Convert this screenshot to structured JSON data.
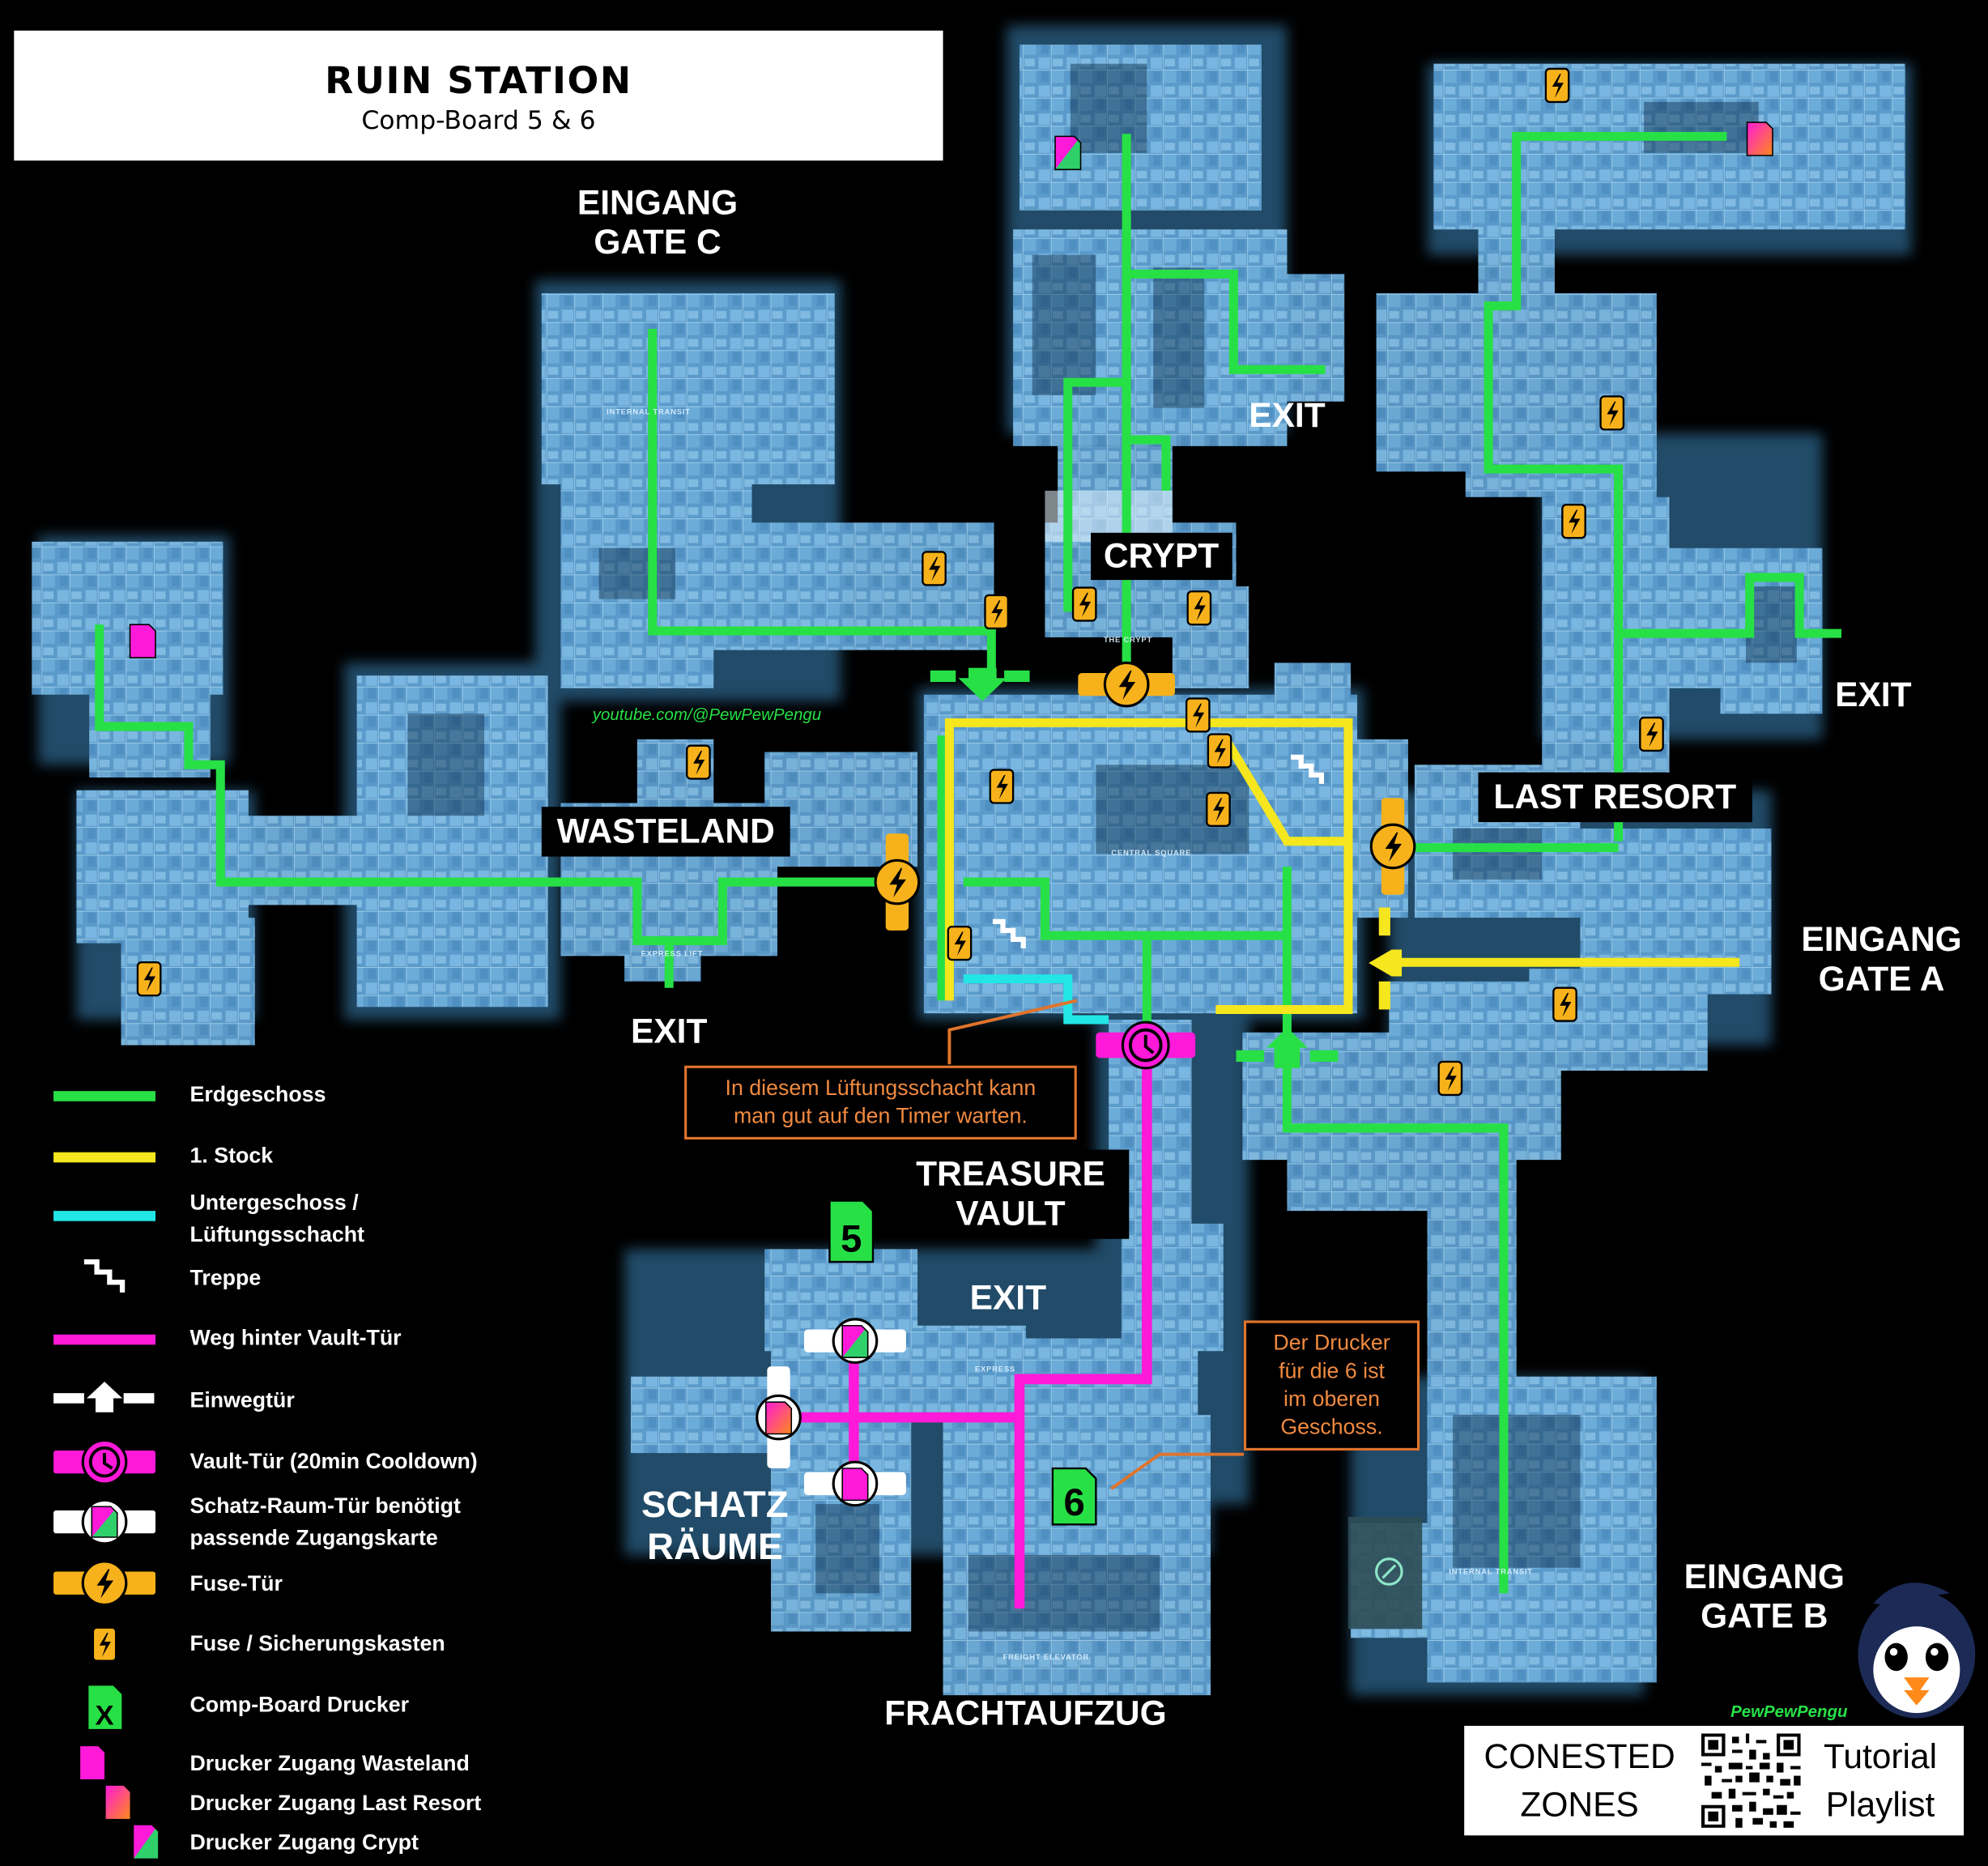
{
  "title": {
    "main": "RUIN STATION",
    "sub": "Comp-Board 5 & 6"
  },
  "youtube": "youtube.com/@PewPewPengu",
  "map_labels": {
    "gate_c_1": "EINGANG",
    "gate_c_2": "GATE C",
    "exit_top": "EXIT",
    "crypt": "CRYPT",
    "exit_right": "EXIT",
    "last_resort": "LAST RESORT",
    "wasteland": "WASTELAND",
    "exit_left": "EXIT",
    "gate_a_1": "EINGANG",
    "gate_a_2": "GATE A",
    "treasure_1": "TREASURE",
    "treasure_2": "VAULT",
    "exit_vault": "EXIT",
    "schatz_1": "SCHATZ",
    "schatz_2": "RÄUME",
    "frachtaufzug": "FRACHTAUFZUG",
    "gate_b_1": "EINGANG",
    "gate_b_2": "GATE B",
    "board_5": "5",
    "board_6": "6"
  },
  "small_map_text": {
    "internal_transit_1": "INTERNAL TRANSIT",
    "central_square": "CENTRAL SQUARE",
    "express_lift": "EXPRESS LIFT",
    "express": "EXPRESS",
    "freight_elevator": "FREIGHT ELEVATOR",
    "internal_transit_2": "INTERNAL TRANSIT",
    "the_crypt": "THE CRYPT"
  },
  "notes": {
    "vent": "In diesem Lüftungsschacht kann\nman gut auf den Timer warten.",
    "printer": "Der Drucker\nfür die 6 ist\nim oberen\nGeschoss."
  },
  "legend": [
    {
      "icon": "green-line",
      "label": "Erdgeschoss"
    },
    {
      "icon": "yellow-line",
      "label": "1. Stock"
    },
    {
      "icon": "cyan-line",
      "label": "Untergeschoss /\nLüftungsschacht"
    },
    {
      "icon": "stairs-icon",
      "label": "Treppe"
    },
    {
      "icon": "magenta-line",
      "label": "Weg hinter Vault-Tür"
    },
    {
      "icon": "one-way-door-icon",
      "label": "Einwegtür"
    },
    {
      "icon": "vault-door-icon",
      "label": "Vault-Tür (20min Cooldown)"
    },
    {
      "icon": "treasure-door-icon",
      "label": "Schatz-Raum-Tür benötigt\npassende Zugangskarte"
    },
    {
      "icon": "fuse-door-icon",
      "label": "Fuse-Tür"
    },
    {
      "icon": "fuse-icon",
      "label": "Fuse / Sicherungskasten"
    },
    {
      "icon": "comp-board-printer-icon",
      "label": "Comp-Board Drucker",
      "glyph": "X"
    },
    {
      "icon": "card-wasteland-icon",
      "label": "Drucker Zugang Wasteland"
    },
    {
      "icon": "card-last-resort-icon",
      "label": "Drucker Zugang Last Resort"
    },
    {
      "icon": "card-crypt-icon",
      "label": "Drucker Zugang Crypt"
    }
  ],
  "promo": {
    "left": "CONESTED\nZONES",
    "right": "Tutorial\nPlaylist",
    "channel": "PewPewPengu"
  },
  "colors": {
    "ground_floor": "#27e046",
    "first_floor": "#f5e61e",
    "basement": "#22e6e6",
    "vault_path": "#ff1ad9",
    "fuse": "#f7b21b",
    "note_border": "#e0742c",
    "map_tint": "#7fc1ee"
  }
}
